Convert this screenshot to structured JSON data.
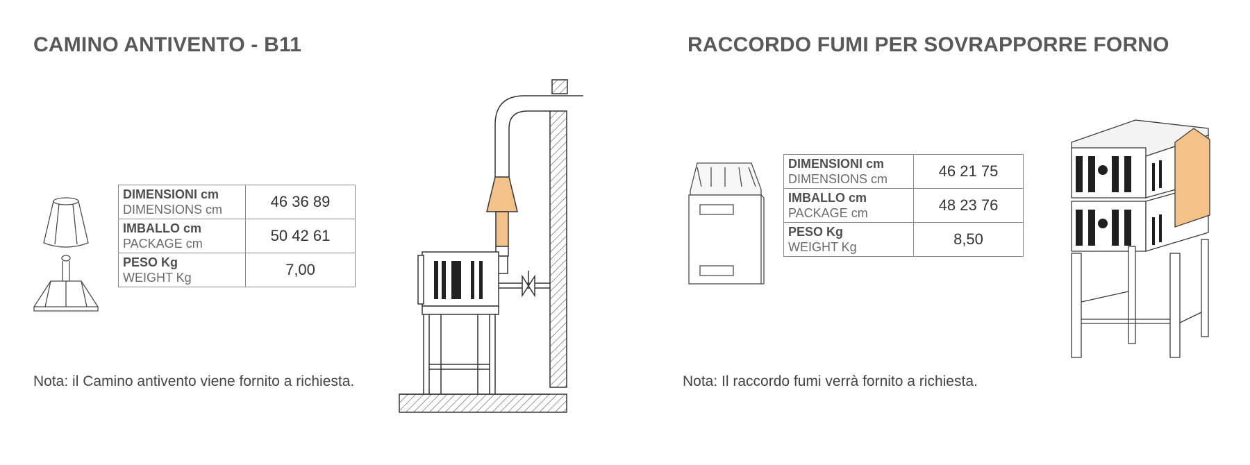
{
  "left": {
    "title": "CAMINO ANTIVENTO - B11",
    "rows": [
      {
        "label_it": "DIMENSIONI  cm",
        "label_en": "DIMENSIONS  cm",
        "value": "46 36 89"
      },
      {
        "label_it": "IMBALLO cm",
        "label_en": "PACKAGE cm",
        "value": "50 42 61"
      },
      {
        "label_it": "PESO Kg",
        "label_en": "WEIGHT Kg",
        "value": "7,00"
      }
    ],
    "note": "Nota: il Camino antivento viene fornito a richiesta."
  },
  "right": {
    "title": "RACCORDO FUMI PER SOVRAPPORRE FORNO",
    "rows": [
      {
        "label_it": "DIMENSIONI  cm",
        "label_en": "DIMENSIONS  cm",
        "value": "46 21 75"
      },
      {
        "label_it": "IMBALLO cm",
        "label_en": "PACKAGE cm",
        "value": "48 23 76"
      },
      {
        "label_it": "PESO Kg",
        "label_en": "WEIGHT Kg",
        "value": "8,50"
      }
    ],
    "note": "Nota: Il raccordo fumi verrà fornito a richiesta."
  },
  "colors": {
    "accent_part": "#f2c28a",
    "line": "#4a4a4a",
    "text": "#555555"
  }
}
